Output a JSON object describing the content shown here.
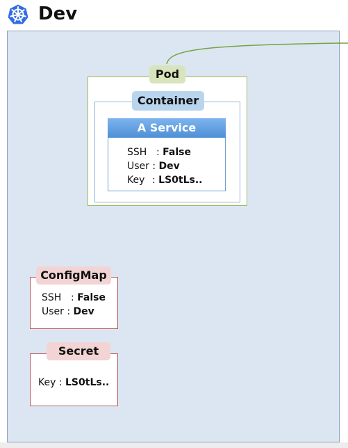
{
  "title": "Dev",
  "pod": {
    "label": "Pod"
  },
  "container": {
    "label": "Container"
  },
  "service": {
    "title": "A Service",
    "rows": [
      {
        "key": "SSH",
        "sep": ":",
        "value": "False"
      },
      {
        "key": "User",
        "sep": ":",
        "value": "Dev"
      },
      {
        "key": "Key",
        "sep": ":",
        "value": "LS0tLs.."
      }
    ]
  },
  "configmap": {
    "label": "ConfigMap",
    "rows": [
      {
        "key": "SSH",
        "sep": ":",
        "value": "False"
      },
      {
        "key": "User",
        "sep": ":",
        "value": "Dev"
      }
    ]
  },
  "secret": {
    "label": "Secret",
    "rows": [
      {
        "key": "Key",
        "sep": ":",
        "value": "LS0tLs.."
      }
    ]
  },
  "colors": {
    "namespace_fill": "#dce6f2",
    "pod_border": "#9bbb59",
    "container_border": "#8eb4d8",
    "service_header": "#4f8fd6",
    "config_border": "#b85a5a",
    "connector": "#77a33f",
    "k8s_logo": "#326ce5"
  },
  "icons": {
    "logo": "kubernetes-helm-icon"
  }
}
